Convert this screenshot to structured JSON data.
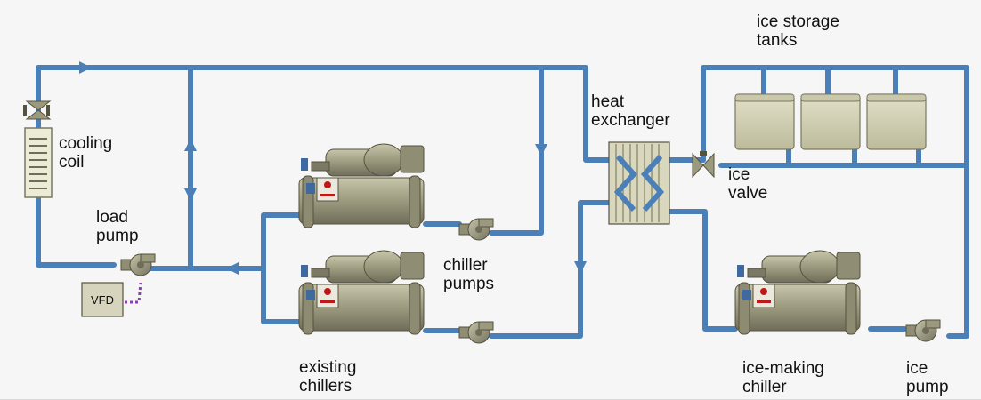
{
  "labels": {
    "cooling_coil": [
      "cooling",
      "coil"
    ],
    "load_pump": [
      "load",
      "pump"
    ],
    "vfd": "VFD",
    "chiller_pumps": [
      "chiller",
      "pumps"
    ],
    "existing_chillers": [
      "existing",
      "chillers"
    ],
    "heat_exchanger": [
      "heat",
      "exchanger"
    ],
    "ice_storage_tanks": [
      "ice storage",
      "tanks"
    ],
    "ice_valve": [
      "ice",
      "valve"
    ],
    "ice_making_chiller": [
      "ice-making",
      "chiller"
    ],
    "ice_pump": [
      "ice",
      "pump"
    ]
  },
  "colors": {
    "background": "#f6f6f6",
    "pipe": "#4a7fb8",
    "equipment_body": "#9c9a7e",
    "equipment_dark": "#6e6c58",
    "tank": "#d3d2b4",
    "signal_line": "#8a3fb0",
    "hx_plate": "#c8c4a4"
  },
  "icons": {
    "flow_arrow": "triangle-arrow-icon",
    "valve": "valve-icon",
    "pump": "pump-icon",
    "chiller": "chiller-icon",
    "tank": "storage-tank-icon",
    "heat_exchanger": "heat-exchanger-icon"
  }
}
